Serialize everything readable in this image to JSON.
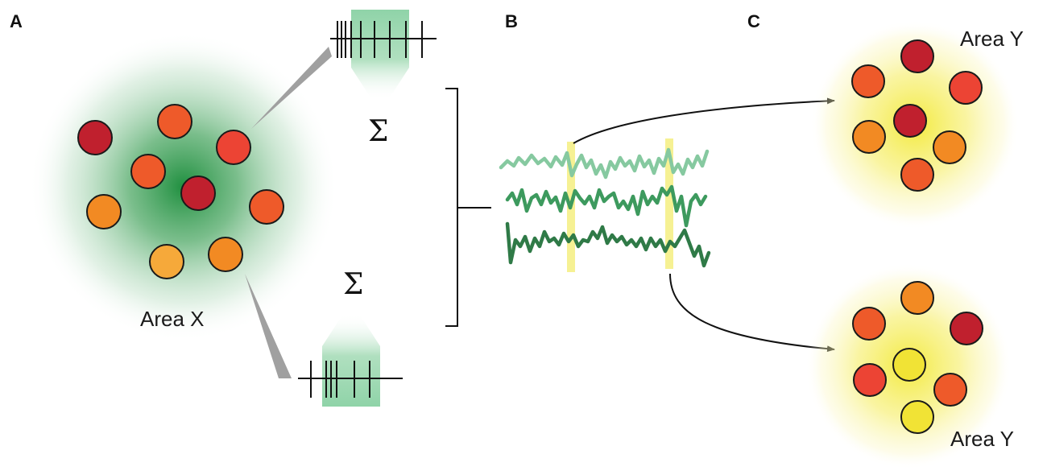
{
  "panels": {
    "a": "A",
    "b": "B",
    "c": "C"
  },
  "labels": {
    "area_x": "Area X",
    "area_y_top": "Area Y",
    "area_y_bottom": "Area Y"
  },
  "sigma": "Σ",
  "colors": {
    "dark_red": "#c0202e",
    "red": "#ec4434",
    "red_orange": "#ee5a2a",
    "orange": "#f28a23",
    "light_orange": "#f6a93a",
    "yellow": "#f1e335",
    "area_x_glow": "#1f8f3f",
    "area_y_glow": "#f3ea3e",
    "raster_green": "#8fd3a8",
    "trace_light": "#86c9a0",
    "trace_mid": "#3d9a5e",
    "trace_dark": "#2f7a47",
    "highlight": "#f5ef80"
  }
}
